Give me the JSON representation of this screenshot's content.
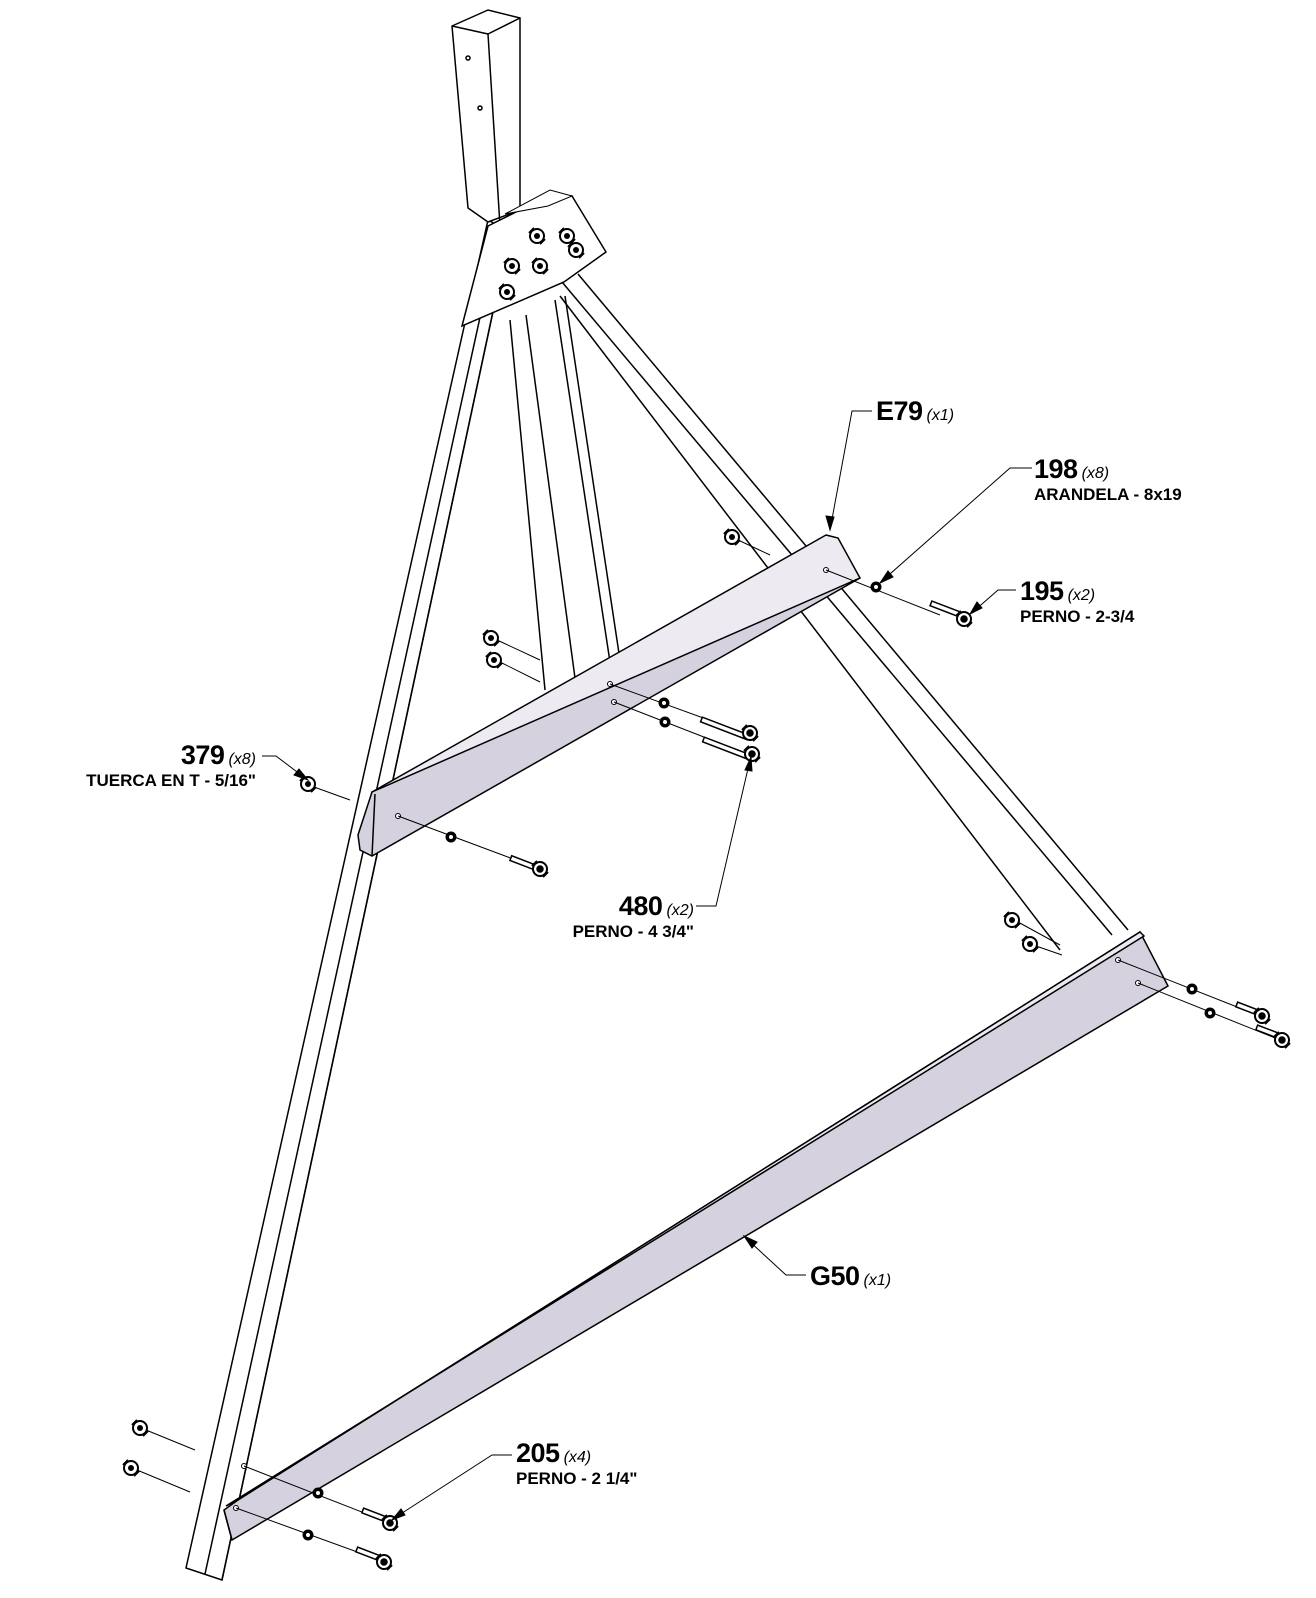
{
  "callouts": {
    "e79": {
      "part": "E79",
      "qty": "(x1)",
      "desc": ""
    },
    "p198": {
      "part": "198",
      "qty": "(x8)",
      "desc": "ARANDELA - 8x19"
    },
    "p195": {
      "part": "195",
      "qty": "(x2)",
      "desc": "PERNO - 2-3/4"
    },
    "p379": {
      "part": "379",
      "qty": "(x8)",
      "desc": "TUERCA EN T - 5/16\""
    },
    "p480": {
      "part": "480",
      "qty": "(x2)",
      "desc": "PERNO - 4 3/4\""
    },
    "g50": {
      "part": "G50",
      "qty": "(x1)",
      "desc": ""
    },
    "p205": {
      "part": "205",
      "qty": "(x4)",
      "desc": "PERNO - 2 1/4\""
    }
  },
  "colors": {
    "board_fill": "#d6d1df",
    "line": "#000000",
    "post_fill": "#ffffff"
  }
}
